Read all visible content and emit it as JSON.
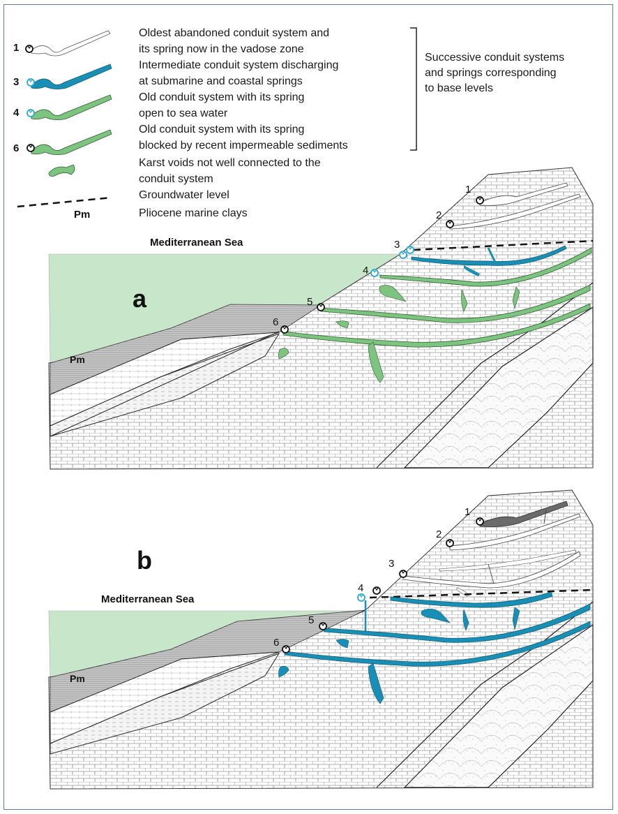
{
  "legend": {
    "items": [
      {
        "symbol_label": "1",
        "symbol": "white-conduit-black-spring",
        "lines": [
          "Oldest abandoned conduit system and",
          "its spring now in the vadose zone"
        ]
      },
      {
        "symbol_label": "3",
        "symbol": "blue-conduit-blue-spring",
        "lines": [
          "Intermediate conduit system discharging",
          "at submarine and coastal springs"
        ]
      },
      {
        "symbol_label": "4",
        "symbol": "green-conduit-blue-spring",
        "lines": [
          "Old conduit system with its spring",
          "open to sea water"
        ]
      },
      {
        "symbol_label": "6",
        "symbol": "green-conduit-black-spring",
        "lines": [
          "Old conduit system with its spring",
          "blocked by recent impermeable sediments"
        ]
      },
      {
        "symbol_label": "",
        "symbol": "green-void",
        "lines": [
          "Karst voids not well connected to the",
          "conduit system"
        ]
      },
      {
        "symbol_label": "",
        "symbol": "dashed-line",
        "lines": [
          "Groundwater level"
        ]
      },
      {
        "symbol_label": "Pm",
        "symbol": "text",
        "lines": [
          "Pliocene marine clays"
        ]
      }
    ],
    "bracket_note": [
      "Successive conduit systems",
      "and springs corresponding",
      "to base levels"
    ]
  },
  "panels": [
    {
      "label": "a",
      "sea_label": "Mediterranean Sea",
      "clay_label": "Pm",
      "spring_labels": [
        "1",
        "2",
        "3",
        "4",
        "5",
        "6"
      ],
      "active_conduit": "3",
      "flooded_conduits": [
        "4",
        "5",
        "6"
      ]
    },
    {
      "label": "b",
      "sea_label": "Mediterranean Sea",
      "clay_label": "Pm",
      "spring_labels": [
        "1",
        "2",
        "3",
        "4",
        "5",
        "6"
      ],
      "active_conduit": "4",
      "flooded_conduits": [
        "4",
        "5",
        "6"
      ]
    }
  ],
  "colors": {
    "sea": "#c8e6c9",
    "green_conduit": "#7cc47f",
    "blue_conduit": "#1a9bc0",
    "spring_blue": "#29a8d8",
    "clay": "#c4c4c4",
    "dark_conduit": "#6b6b6b",
    "border": "#5b7fa6"
  }
}
